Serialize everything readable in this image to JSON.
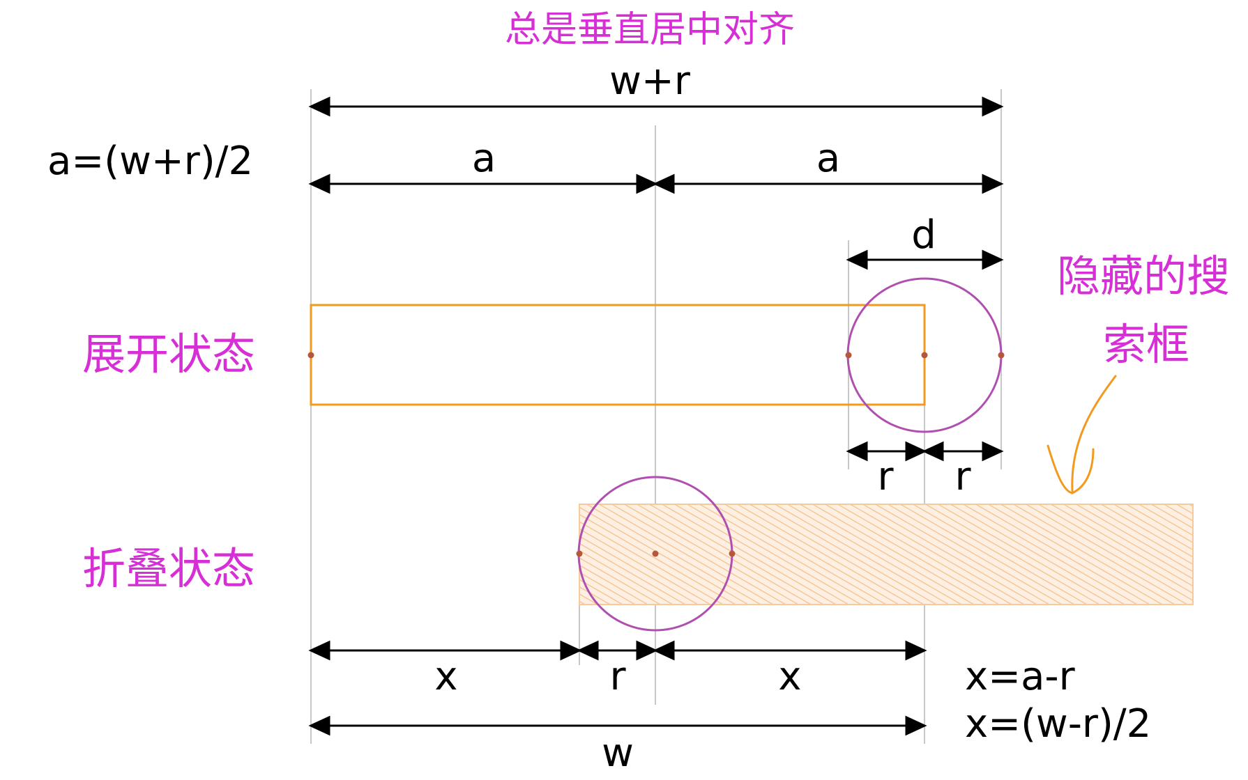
{
  "title": "总是垂直居中对齐",
  "states": {
    "expanded": "展开状态",
    "collapsed": "折叠状态"
  },
  "annotation": {
    "line1": "隐藏的搜",
    "line2": "索框"
  },
  "labels": {
    "w_plus_r": "w+r",
    "a_formula": "a=(w+r)/2",
    "a_left": "a",
    "a_right": "a",
    "d": "d",
    "r_left": "r",
    "r_right": "r",
    "x_left": "x",
    "r_mid": "r",
    "x_right": "x",
    "w": "w",
    "x_formula_1": "x=a-r",
    "x_formula_2": "x=(w-r)/2"
  },
  "colors": {
    "magenta": "#d62fd6",
    "orange": "#f39a1e",
    "circle": "#b04fb0",
    "guide": "#c8c8c8",
    "dot": "#b5573a",
    "hatch": "#f8c99a"
  }
}
